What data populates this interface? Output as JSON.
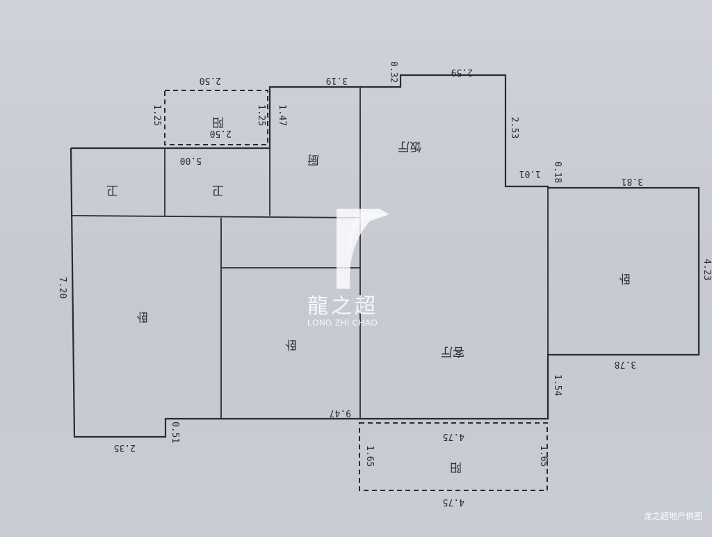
{
  "rooms": {
    "dining": "饭厅",
    "living": "客厅",
    "kitchen": "厨",
    "bath_left": "卫",
    "bath_right": "卫",
    "bedroom_master": "卧",
    "bedroom_middle": "卧",
    "bedroom_right": "卧",
    "balcony_top": "阳",
    "balcony_bottom": "阳"
  },
  "dimensions": {
    "top_balcony_width_outer": "2.50",
    "top_balcony_width_inner": "2.50",
    "top_balcony_depth_left": "1.25",
    "top_balcony_depth_right": "1.25",
    "kitchen_height": "1.47",
    "kitchen_width": "3.19",
    "notch": "0.32",
    "dining_width": "2.59",
    "dining_height": "2.53",
    "step_width": "1.01",
    "step_small": "0.18",
    "bath_width": "5.00",
    "right_bed_top": "3.81",
    "right_bed_height": "4.23",
    "right_bed_bottom": "3.78",
    "living_lower": "1.54",
    "overall_height": "7.20",
    "overall_width": "9.47",
    "bottom_left_width": "2.35",
    "bottom_left_step": "0.51",
    "bottom_balcony_width_inner": "4.75",
    "bottom_balcony_width_outer": "4.75",
    "bottom_balcony_depth_left": "1.65",
    "bottom_balcony_depth_right": "1.65"
  },
  "logo": {
    "name": "龍之超",
    "subtitle": "LONG ZHI CHAO"
  },
  "credit": "龙之超地产供图",
  "colors": {
    "paper": "#c9ccd4",
    "ink": "#2a2b30",
    "logo_white": "#ffffff"
  }
}
